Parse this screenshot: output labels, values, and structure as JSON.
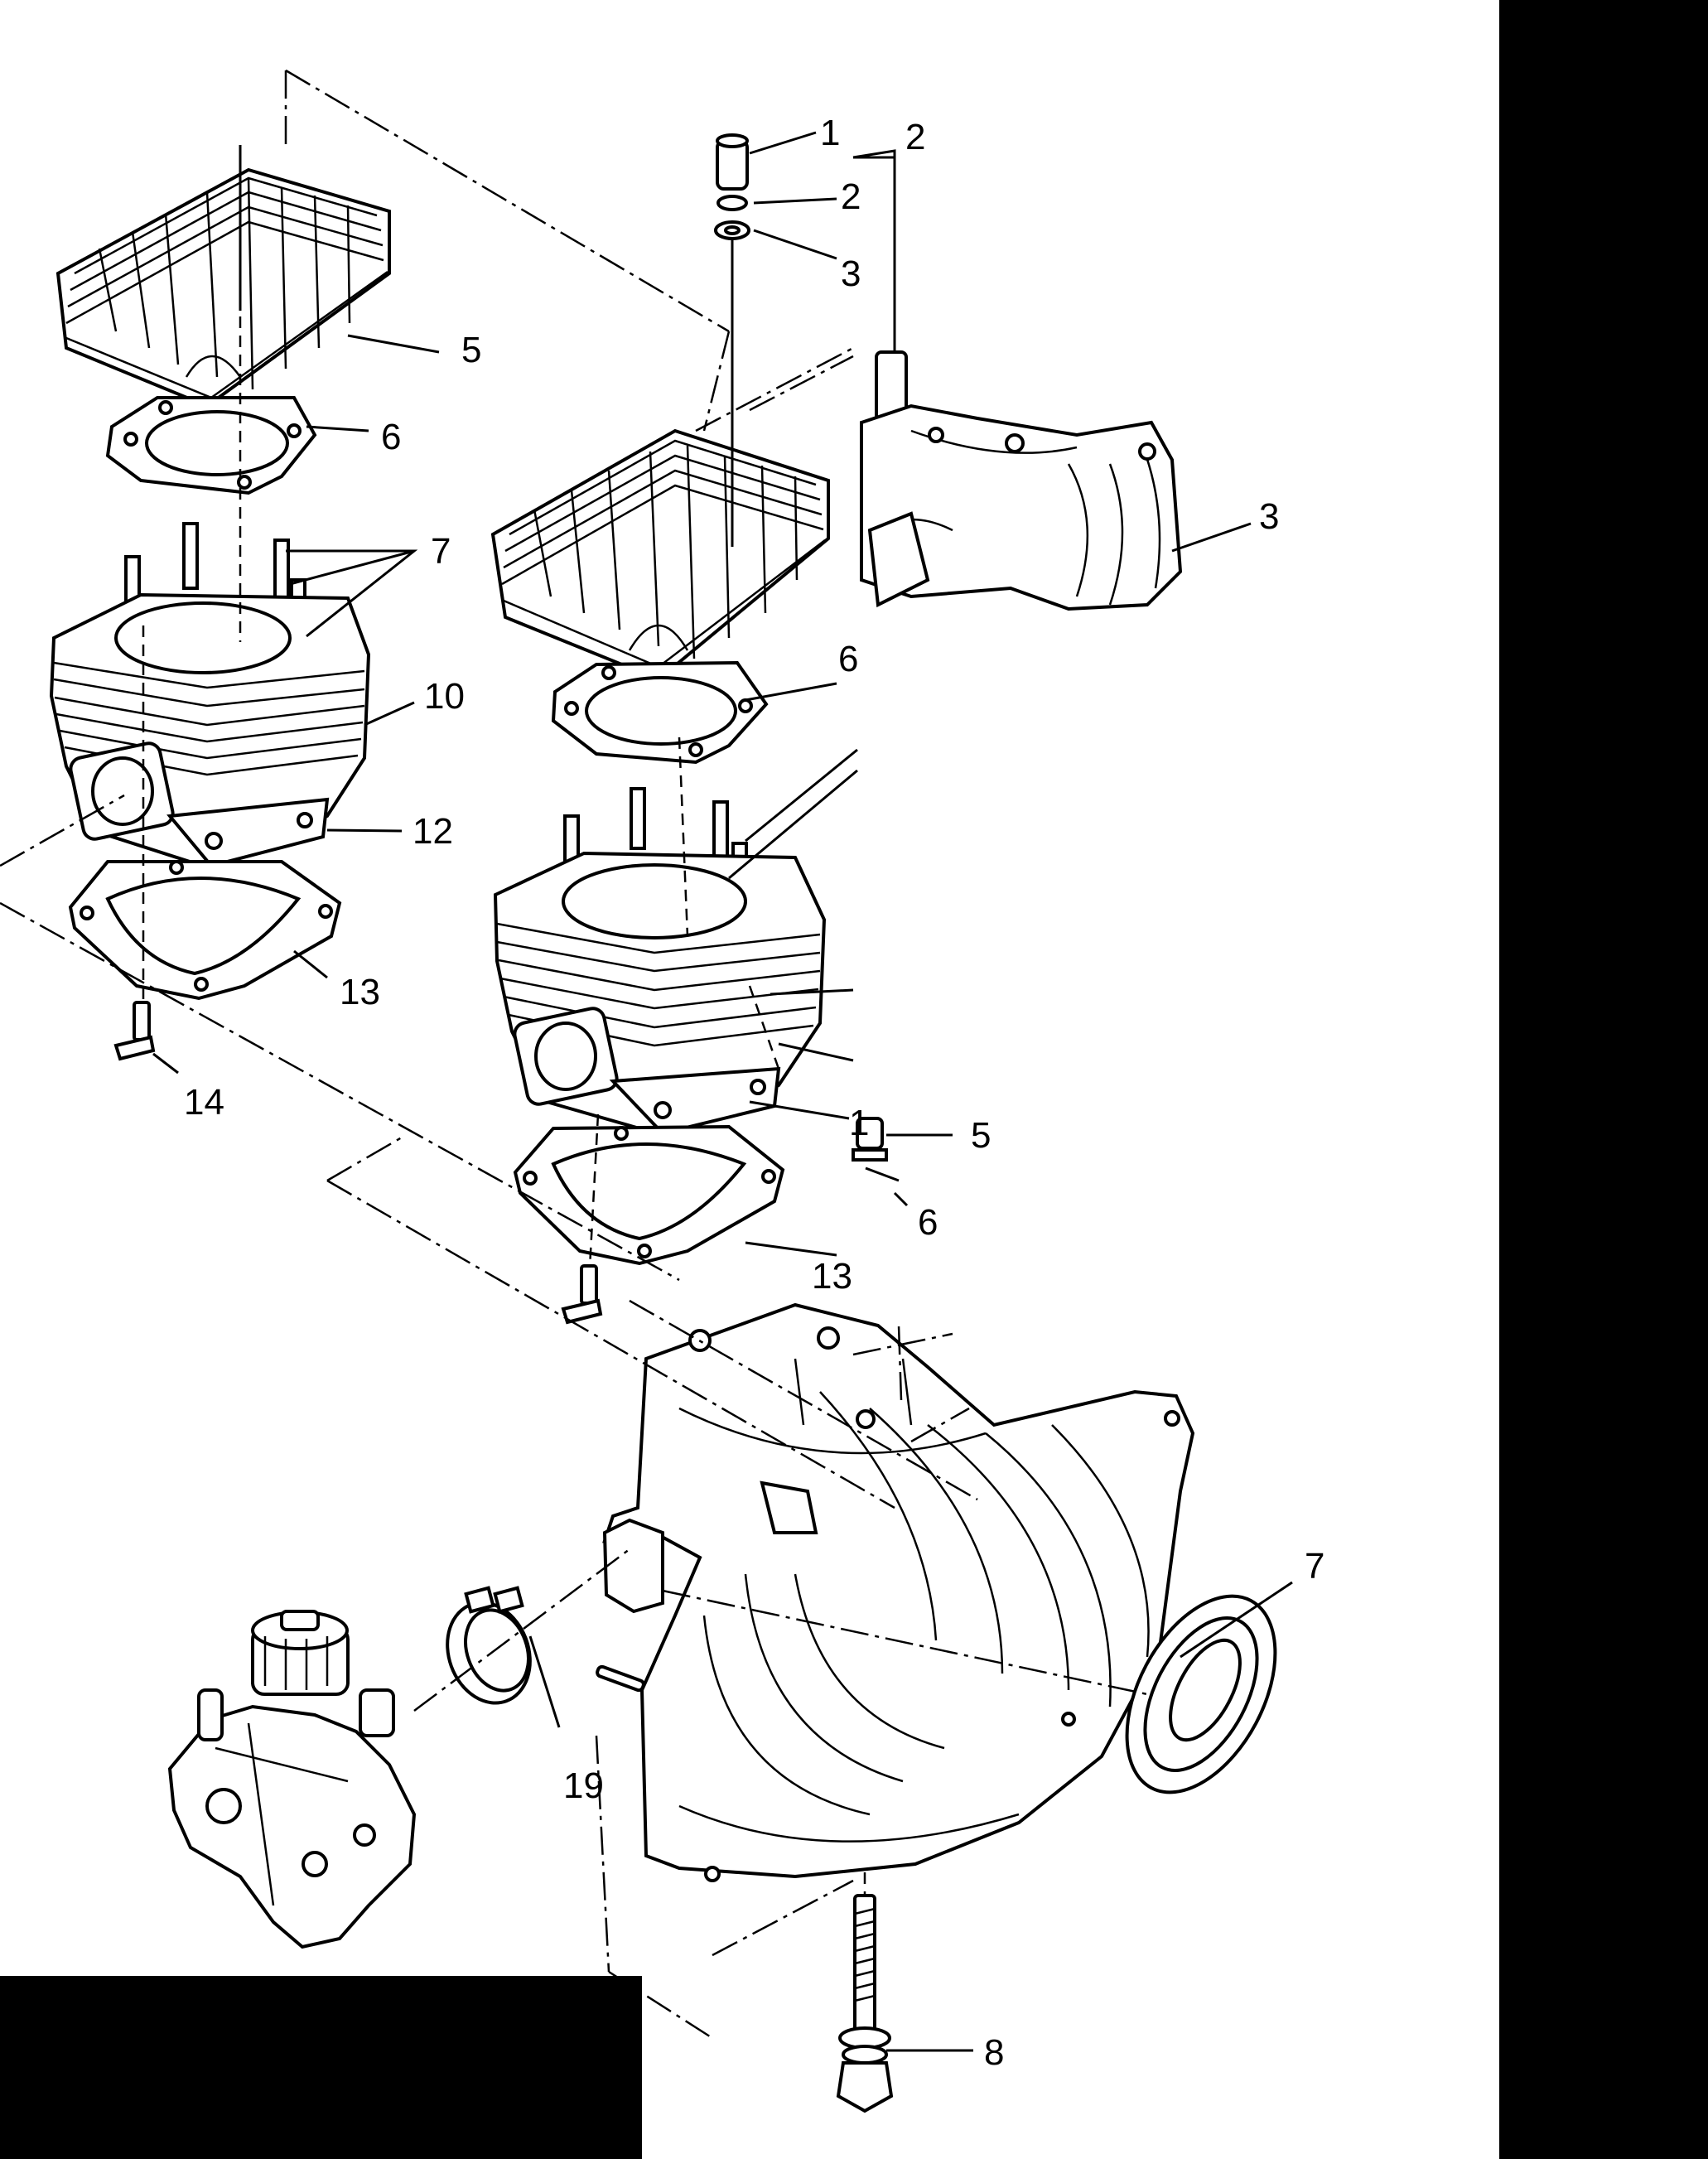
{
  "callouts": [
    {
      "id": "c1",
      "text": "1"
    },
    {
      "id": "c2a",
      "text": "2"
    },
    {
      "id": "c2b",
      "text": "2"
    },
    {
      "id": "c3a",
      "text": "3"
    },
    {
      "id": "c3b",
      "text": "3"
    },
    {
      "id": "c5a",
      "text": "5"
    },
    {
      "id": "c6a",
      "text": "6"
    },
    {
      "id": "c7a",
      "text": "7"
    },
    {
      "id": "c10",
      "text": "10"
    },
    {
      "id": "c12",
      "text": "12"
    },
    {
      "id": "c13a",
      "text": "13"
    },
    {
      "id": "c14",
      "text": "14"
    },
    {
      "id": "c6b",
      "text": "6"
    },
    {
      "id": "c1b",
      "text": "1"
    },
    {
      "id": "c5b",
      "text": "5"
    },
    {
      "id": "c6c",
      "text": "6"
    },
    {
      "id": "c13b",
      "text": "13"
    },
    {
      "id": "c7b",
      "text": "7"
    },
    {
      "id": "c19",
      "text": "19"
    },
    {
      "id": "c8",
      "text": "8"
    }
  ]
}
